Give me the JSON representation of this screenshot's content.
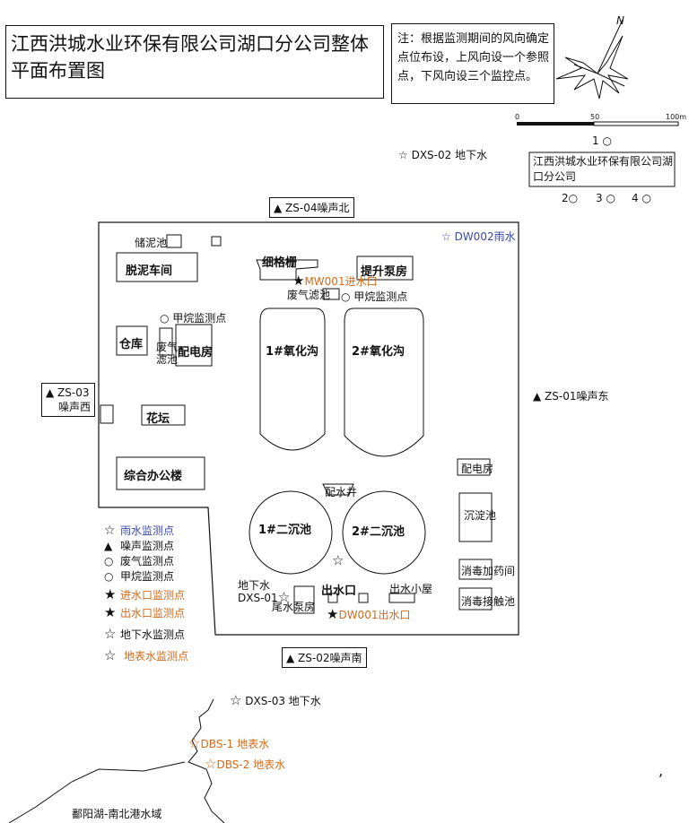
{
  "title": "江西洪城水业环保有限公司湖口分公司整体平面布置图",
  "note": "注：根据监测期间的风向确定点位布设，上风向设一个参照点，下风向设三个监控点。",
  "compass": {
    "north": "N"
  },
  "scale": {
    "labels": [
      "0",
      "50",
      "100m"
    ]
  },
  "reference": {
    "point1": "1",
    "company": "江西洪城水业环保有限公司湖口分公司",
    "points": [
      "2",
      "3",
      "4"
    ]
  },
  "facilities": {
    "sludge_pool": "储泥池",
    "dewatering": "脱泥车间",
    "fine_screen": "细格栅",
    "lift_pump": "提升泵房",
    "waste_gas_filter_top": "废气滤池",
    "methane_point_top": "甲烷监测点",
    "methane_point_left": "甲烷监测点",
    "warehouse": "仓库",
    "waste_gas_filter_left": "废气滤池",
    "power_room_left": "配电房",
    "oxidation_1": "1#氧化沟",
    "oxidation_2": "2#氧化沟",
    "flower_bed": "花坛",
    "office": "综合办公楼",
    "power_room_right": "配电房",
    "distribution_well": "配水井",
    "clarifier_1": "1#二沉池",
    "clarifier_2": "2#二沉池",
    "sedimentation": "沉淀池",
    "disinfect_dosing": "消毒加药间",
    "disinfect_contact": "消毒接触池",
    "tail_pump": "尾水泵房",
    "outlet": "出水口",
    "outlet_house": "出水小屋"
  },
  "points": {
    "zs04": "ZS-04噪声北",
    "zs03_a": "ZS-03",
    "zs03_b": "噪声西",
    "zs01": "ZS-01噪声东",
    "zs02": "ZS-02噪声南",
    "dw002": "DW002雨水",
    "mw001": "MW001进水口",
    "dw001": "DW001出水口",
    "dxs02": "DXS-02 地下水",
    "dxs01_a": "地下水",
    "dxs01_b": "DXS-01",
    "dxs03": "DXS-03 地下水",
    "dbs1": "DBS-1 地表水",
    "dbs2": "DBS-2 地表水"
  },
  "legend": [
    {
      "symbol": "☆",
      "label": "雨水监测点",
      "color": "#3a4aa8"
    },
    {
      "symbol": "▲",
      "label": "噪声监测点",
      "color": "#111111"
    },
    {
      "symbol": "○",
      "label": "废气监测点",
      "color": "#111111"
    },
    {
      "symbol": "○",
      "label": "甲烷监测点",
      "color": "#111111"
    },
    {
      "symbol": "★",
      "label": "进水口监测点",
      "color": "#d46a1a"
    },
    {
      "symbol": "★",
      "label": "出水口监测点",
      "color": "#d46a1a"
    },
    {
      "symbol": "☆",
      "label": "地下水监测点",
      "color": "#111111"
    },
    {
      "symbol": "☆",
      "label": "地表水监测点",
      "color": "#d46a1a"
    }
  ],
  "water_body": "鄱阳湖-南北港水域",
  "stray_mark": ","
}
